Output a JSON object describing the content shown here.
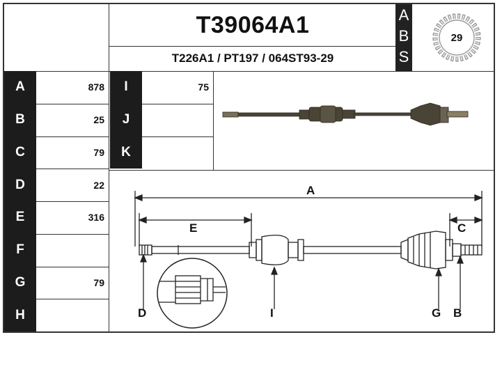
{
  "header": {
    "part_number": "T39064A1",
    "cross_references": "T226A1 / PT197 / 064ST93-29",
    "abs_letters": [
      "A",
      "B",
      "S"
    ],
    "abs_teeth": "29"
  },
  "dimensions": {
    "rows": [
      {
        "label": "A",
        "value": "878"
      },
      {
        "label": "B",
        "value": "25"
      },
      {
        "label": "C",
        "value": "79"
      },
      {
        "label": "D",
        "value": "22"
      },
      {
        "label": "E",
        "value": "316"
      },
      {
        "label": "F",
        "value": ""
      },
      {
        "label": "G",
        "value": "79"
      },
      {
        "label": "H",
        "value": ""
      }
    ],
    "extra_rows": [
      {
        "label": "I",
        "value": "75"
      },
      {
        "label": "J",
        "value": ""
      },
      {
        "label": "K",
        "value": ""
      }
    ]
  },
  "drawing": {
    "label_a": "A",
    "label_e": "E",
    "label_c": "C",
    "label_d": "D",
    "label_i": "I",
    "label_g": "G",
    "label_b": "B"
  },
  "colors": {
    "frame": "#333333",
    "dark_cell": "#1c1c1c",
    "shaft_photo": "#4a4436"
  }
}
